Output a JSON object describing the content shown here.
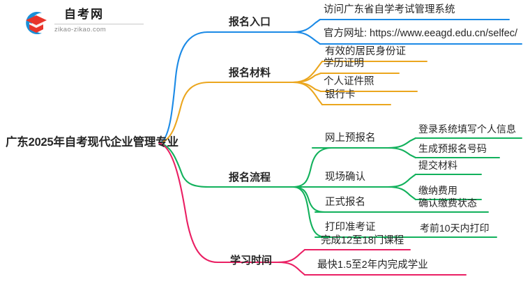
{
  "logo": {
    "icon": "graduation-cap-logo-icon",
    "title": "自考网",
    "domain": "zikao-zikao.com",
    "arc_color": "#1a8fd8",
    "cap_color": "#e8342a"
  },
  "mindmap": {
    "root": {
      "label": "广东2025年自考现代企业管理专业"
    },
    "branches": [
      {
        "label": "报名入口",
        "color": "#1b8ae6",
        "children": [
          {
            "label": "访问广东省自学考试管理系统"
          },
          {
            "label": "官方网址: https://www.eeagd.edu.cn/selfec/"
          }
        ]
      },
      {
        "label": "报名材料",
        "color": "#eba61e",
        "children": [
          {
            "label": "有效的居民身份证"
          },
          {
            "label": "学历证明"
          },
          {
            "label": "个人证件照"
          },
          {
            "label": "银行卡"
          }
        ]
      },
      {
        "label": "报名流程",
        "color": "#12b15c",
        "children": [
          {
            "label": "网上预报名",
            "children": [
              {
                "label": "登录系统填写个人信息"
              },
              {
                "label": "生成预报名号码"
              }
            ]
          },
          {
            "label": "现场确认",
            "children": [
              {
                "label": "提交材料"
              },
              {
                "label": "缴纳费用"
              }
            ]
          },
          {
            "label": "正式报名",
            "children": [
              {
                "label": "确认缴费状态"
              }
            ]
          },
          {
            "label": "打印准考证",
            "children": [
              {
                "label": "考前10天内打印"
              }
            ]
          }
        ]
      },
      {
        "label": "学习时间",
        "color": "#ea1f63",
        "children": [
          {
            "label": "完成12至18门课程"
          },
          {
            "label": "最快1.5至2年内完成学业"
          }
        ]
      }
    ]
  }
}
